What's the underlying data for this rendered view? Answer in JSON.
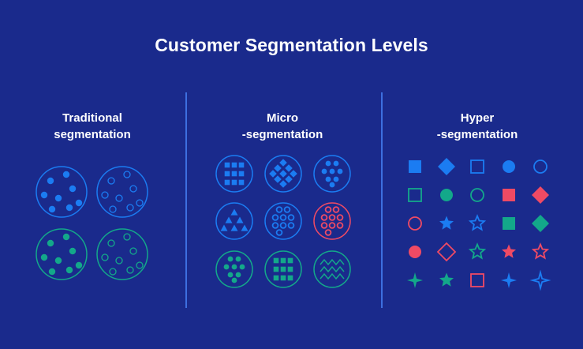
{
  "title": "Customer Segmentation Levels",
  "columns": [
    {
      "line1": "Traditional",
      "line2": "segmentation"
    },
    {
      "line1": "Micro",
      "line2": "-segmentation"
    },
    {
      "line1": "Hyper",
      "line2": "-segmentation"
    }
  ],
  "colors": {
    "background": "#1a2a8c",
    "blue": "#1b7cf2",
    "green": "#13a88a",
    "red": "#ef4a64",
    "divider": "#3d6fe0"
  },
  "hyper_grid": [
    [
      "square-filled-blue",
      "diamond-filled-blue",
      "square-outline-blue",
      "circle-filled-blue",
      "circle-outline-blue"
    ],
    [
      "square-outline-green",
      "circle-filled-green",
      "circle-outline-green",
      "square-filled-red",
      "diamond-filled-red"
    ],
    [
      "circle-outline-red",
      "star-filled-blue",
      "star-outline-blue",
      "square-filled-green",
      "diamond-filled-green"
    ],
    [
      "circle-filled-red",
      "diamond-outline-red",
      "star-outline-green",
      "star-filled-red",
      "star-outline-red"
    ],
    [
      "sparkle-filled-green",
      "star-filled-green",
      "square-outline-red",
      "sparkle-filled-blue",
      "sparkle-outline-blue"
    ]
  ]
}
